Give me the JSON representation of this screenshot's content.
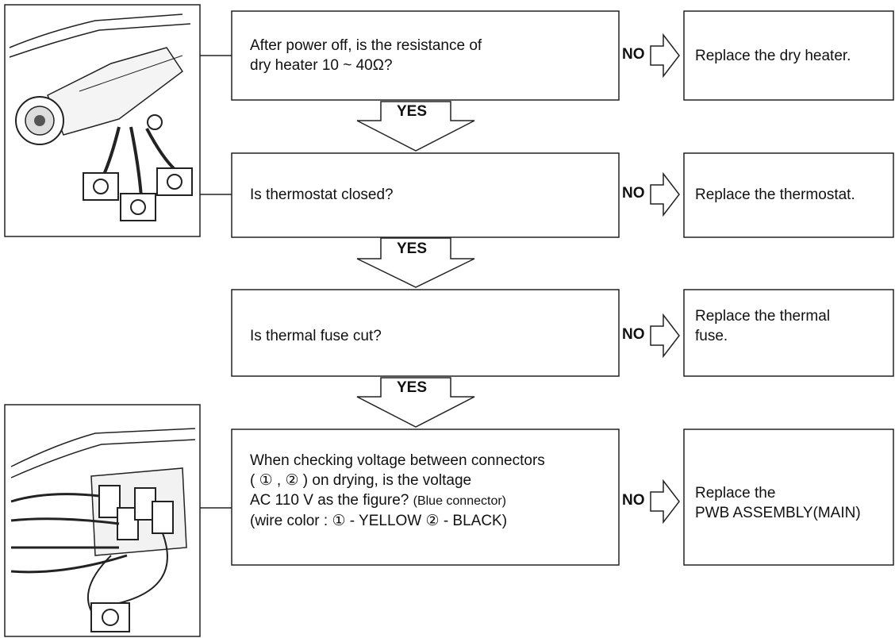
{
  "steps": [
    {
      "question_lines": [
        "After power off, is the resistance of",
        "dry heater 10 ~ 40Ω?"
      ],
      "no_label": "NO",
      "action_lines": [
        "Replace the dry heater."
      ],
      "yes_label": "YES"
    },
    {
      "question_lines": [
        "Is thermostat closed?"
      ],
      "no_label": "NO",
      "action_lines": [
        "Replace the thermostat."
      ],
      "yes_label": "YES"
    },
    {
      "question_lines": [
        "Is thermal fuse cut?"
      ],
      "no_label": "NO",
      "action_lines": [
        "Replace the thermal",
        "fuse."
      ],
      "yes_label": "YES"
    },
    {
      "question_lines": [
        "When checking voltage between connectors",
        "( ① , ② ) on drying, is the voltage",
        "AC 110 V as the figure?",
        "(wire color : ① - YELLOW  ② - BLACK)"
      ],
      "question_note": "(Blue connector)",
      "no_label": "NO",
      "action_lines": [
        "Replace the",
        "PWB ASSEMBLY(MAIN)"
      ]
    }
  ]
}
